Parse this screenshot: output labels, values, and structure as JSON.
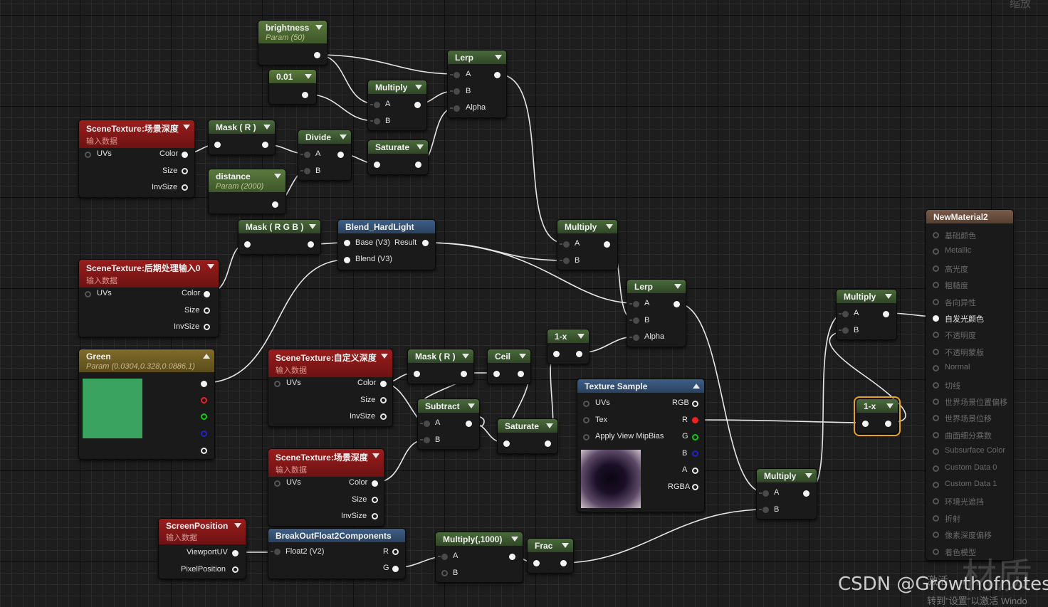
{
  "top_right_label": "缩放",
  "nodes": {
    "brightness": {
      "title": "brightness",
      "sub": "Param (50)"
    },
    "c001": {
      "title": "0.01"
    },
    "lerp1": {
      "title": "Lerp",
      "a": "A",
      "b": "B",
      "alpha": "Alpha"
    },
    "multiply1": {
      "title": "Multiply",
      "a": "A",
      "b": "B"
    },
    "scenedepth1": {
      "title": "SceneTexture:场景深度",
      "sub": "输入数据",
      "uvs": "UVs",
      "color": "Color",
      "size": "Size",
      "invsize": "InvSize"
    },
    "mask_r1": {
      "title": "Mask ( R )"
    },
    "divide": {
      "title": "Divide",
      "a": "A",
      "b": "B"
    },
    "saturate1": {
      "title": "Saturate"
    },
    "distance": {
      "title": "distance",
      "sub": "Param (2000)"
    },
    "mask_rgb": {
      "title": "Mask ( R G B )"
    },
    "blend": {
      "title": "Blend_HardLight",
      "base": "Base (V3)",
      "result": "Result",
      "blend": "Blend (V3)"
    },
    "postprocess": {
      "title": "SceneTexture:后期处理输入0",
      "sub": "输入数据",
      "uvs": "UVs",
      "color": "Color",
      "size": "Size",
      "invsize": "InvSize"
    },
    "multiply2": {
      "title": "Multiply",
      "a": "A",
      "b": "B"
    },
    "lerp2": {
      "title": "Lerp",
      "a": "A",
      "b": "B",
      "alpha": "Alpha"
    },
    "green": {
      "title": "Green",
      "sub": "Param (0.0304,0.328,0.0886,1)",
      "swatch": "#3aa35f"
    },
    "customdepth": {
      "title": "SceneTexture:自定义深度",
      "sub": "输入数据",
      "uvs": "UVs",
      "color": "Color",
      "size": "Size",
      "invsize": "InvSize"
    },
    "mask_r2": {
      "title": "Mask ( R )"
    },
    "ceil": {
      "title": "Ceil"
    },
    "oneminus1": {
      "title": "1-x"
    },
    "subtract": {
      "title": "Subtract",
      "a": "A",
      "b": "B"
    },
    "saturate2": {
      "title": "Saturate"
    },
    "texsample": {
      "title": "Texture Sample",
      "uvs": "UVs",
      "tex": "Tex",
      "mip": "Apply View MipBias",
      "rgb": "RGB",
      "r": "R",
      "g": "G",
      "b": "B",
      "a": "A",
      "rgba": "RGBA"
    },
    "scenedepth2": {
      "title": "SceneTexture:场景深度",
      "sub": "输入数据",
      "uvs": "UVs",
      "color": "Color",
      "size": "Size",
      "invsize": "InvSize"
    },
    "screenpos": {
      "title": "ScreenPosition",
      "sub": "输入数据",
      "viewport": "ViewportUV",
      "pixel": "PixelPosition"
    },
    "breakout": {
      "title": "BreakOutFloat2Components",
      "float2": "Float2 (V2)",
      "r": "R",
      "g": "G"
    },
    "multiply1000": {
      "title": "Multiply(,1000)",
      "a": "A",
      "b": "B"
    },
    "frac": {
      "title": "Frac"
    },
    "multiply3": {
      "title": "Multiply",
      "a": "A",
      "b": "B"
    },
    "multiply4": {
      "title": "Multiply",
      "a": "A",
      "b": "B"
    },
    "oneminus2": {
      "title": "1-x"
    }
  },
  "material": {
    "title": "NewMaterial2",
    "pins": [
      "基础颜色",
      "Metallic",
      "高光度",
      "粗糙度",
      "各向异性",
      "自发光颜色",
      "不透明度",
      "不透明蒙版",
      "Normal",
      "切线",
      "世界场景位置偏移",
      "世界场景位移",
      "曲面细分乘数",
      "Subsurface Color",
      "Custom Data 0",
      "Custom Data 1",
      "环境光遮挡",
      "折射",
      "像素深度偏移",
      "着色模型"
    ],
    "active_index": 5
  },
  "watermark": {
    "csdn": "CSDN @Growthofnotes",
    "activate1": "激活",
    "activate2": "转到\"设置\"以激活 Windo",
    "chars": "材质"
  }
}
